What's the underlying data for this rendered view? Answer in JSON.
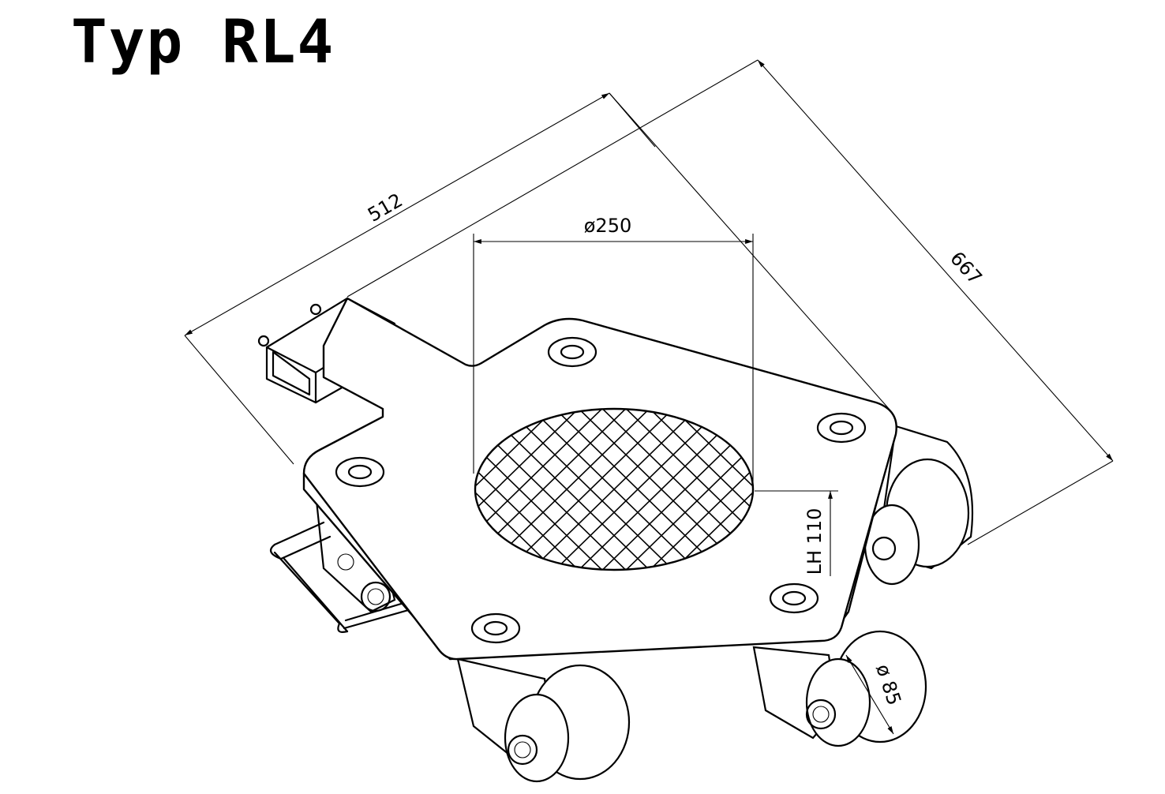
{
  "title": "Typ RL4",
  "dimensions": {
    "length": "512",
    "width": "667",
    "turntable_diameter": "ø250",
    "height": "LH 110",
    "wheel_diameter": "ø 85"
  }
}
